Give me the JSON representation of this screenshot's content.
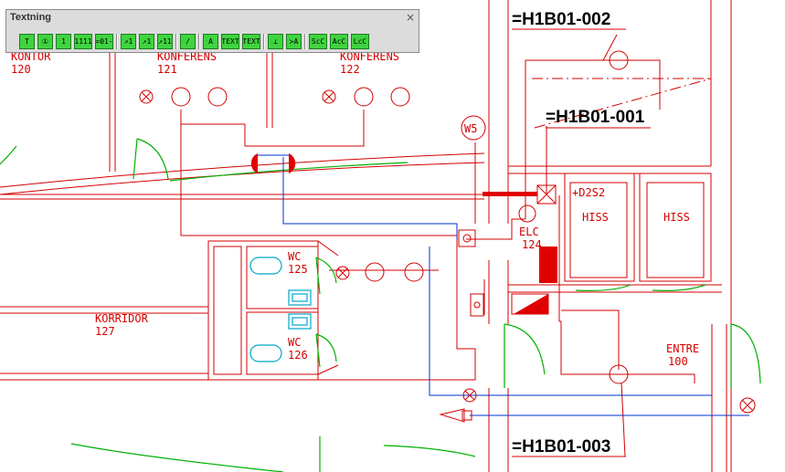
{
  "palette": {
    "title": "Textning",
    "close": "×",
    "buttons": [
      {
        "label": "T",
        "icon": "text-edit-icon"
      },
      {
        "label": "①",
        "icon": "circle-number-icon"
      },
      {
        "label": "1",
        "icon": "box-number-icon"
      },
      {
        "label": "1111",
        "icon": "multi-number-icon"
      },
      {
        "label": "=01-",
        "icon": "designation-icon"
      },
      {
        "label": "↗1",
        "icon": "leader-circle-icon"
      },
      {
        "label": "↗1",
        "icon": "leader-box-icon"
      },
      {
        "label": "↗11",
        "icon": "leader-multi-icon"
      },
      {
        "label": "/",
        "icon": "line-icon"
      },
      {
        "label": "A",
        "icon": "text-style-icon"
      },
      {
        "label": "TEXT",
        "icon": "text-icon"
      },
      {
        "label": "TEXT",
        "icon": "text-box-icon"
      },
      {
        "label": "⊥",
        "icon": "perpendicular-icon"
      },
      {
        "label": "≻A",
        "icon": "arrow-text-icon"
      },
      {
        "label": "ScC",
        "icon": "scc-icon"
      },
      {
        "label": "AcC",
        "icon": "acc-icon"
      },
      {
        "label": "LcC",
        "icon": "lcc-icon"
      }
    ]
  },
  "rooms": [
    {
      "name": "KONTOR",
      "number": "120"
    },
    {
      "name": "KONFERENS",
      "number": "121"
    },
    {
      "name": "KONFERENS",
      "number": "122"
    },
    {
      "name": "WC",
      "number": "125"
    },
    {
      "name": "WC",
      "number": "126"
    },
    {
      "name": "KORRIDOR",
      "number": "127"
    },
    {
      "name": "ELC",
      "number": "124"
    },
    {
      "name": "ENTRE",
      "number": "100"
    }
  ],
  "labels": {
    "hiss1": "HISS",
    "hiss2": "HISS",
    "d2s2": "+D2S2",
    "w5": "W5"
  },
  "tags": [
    "=H1B01-002",
    "=H1B01-001",
    "=H1B01-003"
  ],
  "colors": {
    "wall": "#d40000",
    "door": "#00b000",
    "cable": "#0033cc",
    "fixture": "#00a8c8",
    "fill": "#e00000"
  }
}
